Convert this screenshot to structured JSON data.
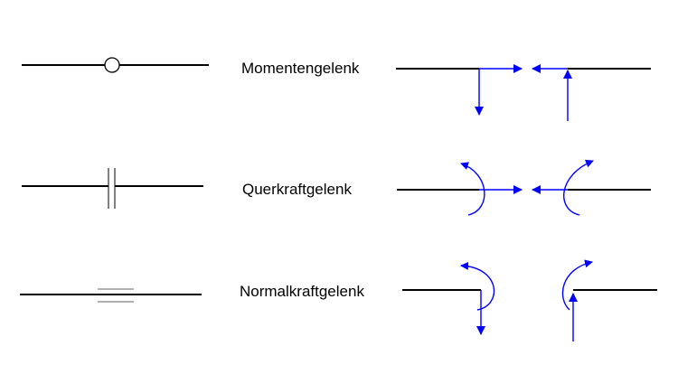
{
  "rows": [
    {
      "label": "Momentengelenk"
    },
    {
      "label": "Querkraftgelenk"
    },
    {
      "label": "Normalkraftgelenk"
    }
  ],
  "colors": {
    "beam": "#000000",
    "force": "#0000ff",
    "hinge_fill": "#ffffff",
    "symbol_line": "#808080"
  },
  "icons": {
    "moment_hinge": "circle-hinge-icon",
    "shear_hinge": "double-vertical-line-icon",
    "normal_hinge": "double-horizontal-line-icon",
    "force": "arrow-icon",
    "moment": "curved-arrow-icon"
  }
}
